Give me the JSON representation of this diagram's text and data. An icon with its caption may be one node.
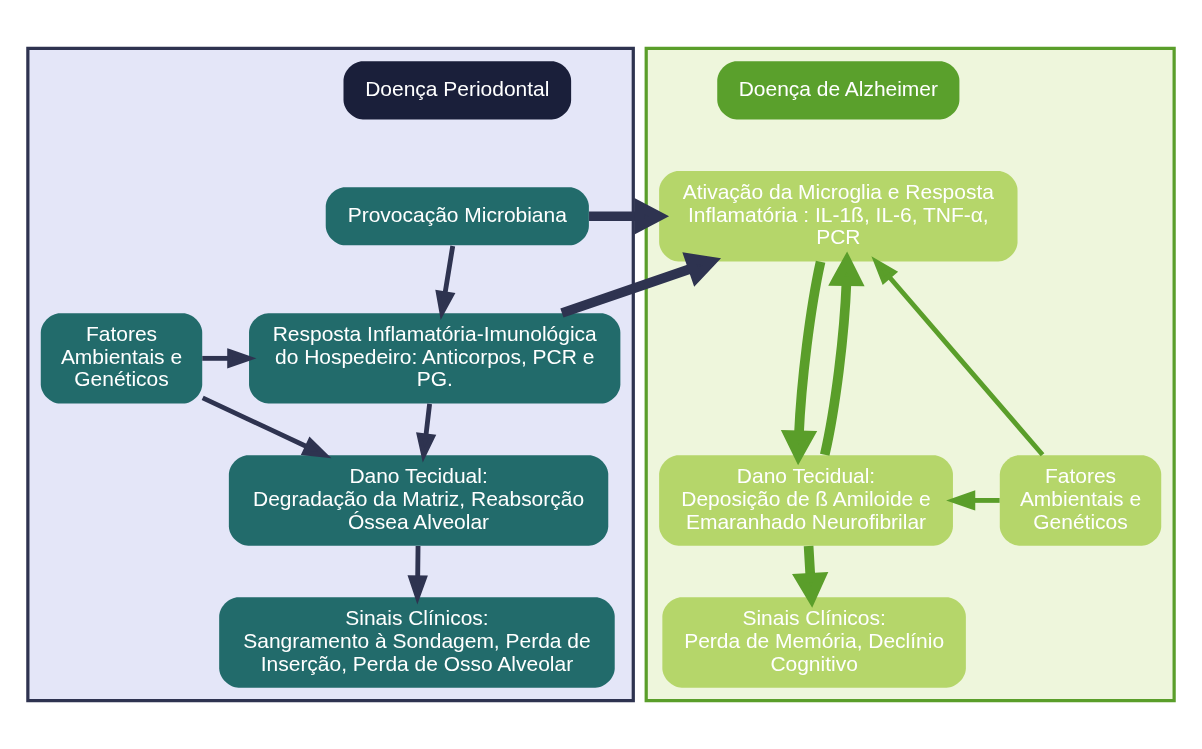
{
  "diagram": {
    "nodes": [
      {
        "text": [],
        "shape": "box"
      },
      {
        "text": [
          "Doença Periodontal"
        ],
        "in": 0
      },
      {
        "text": [
          "Fatores Ambientais e Genéticos"
        ],
        "in": 0
      },
      {
        "text": [
          "Provocação Microbiana"
        ],
        "in": 0
      },
      {
        "text": [
          "Resposta Inflamatória-Imunológica do Hospedeiro: Anticorpos, PCR e PG."
        ],
        "in": 0
      },
      {
        "text": [
          "Dano Tecidual:",
          "Degradação da Matriz, Reabsorção Óssea Alveolar"
        ],
        "in": 0
      },
      {
        "text": [
          "Sinais Clínicos:",
          "Sangramento à Sondagem, Perda de Inserção, Perda de Osso Alveolar"
        ],
        "in": 0
      },
      {
        "text": [],
        "shape": "box"
      },
      {
        "text": [
          "Doença de Alzheimer"
        ],
        "in": 7
      },
      {
        "text": [
          "Ativação da Microglia e Resposta Inflamatória : IL-1ß, IL-6, TNF-α, PCR"
        ],
        "in": 7
      },
      {
        "text": [
          "Dano Tecidual:",
          "Deposição de ß Amiloide e Emaranhado Neurofibrilar"
        ],
        "in": 7
      },
      {
        "text": [
          "Sinais Clínicos:",
          "Perda de Memória, Declínio Cognitivo"
        ],
        "in": 7
      },
      {
        "text": [
          "Fatores Ambientais e Genéticos"
        ],
        "in": 7
      }
    ],
    "edges": [
      {
        "from": 3,
        "to": 9,
        "arrow": "to",
        "style": "thick"
      },
      {
        "from": 3,
        "to": 4,
        "arrow": "to"
      },
      {
        "from": 2,
        "to": 4,
        "arrow": "to"
      },
      {
        "from": 4,
        "to": 9,
        "arrow": "to",
        "style": "thick"
      },
      {
        "from": 4,
        "to": 5,
        "arrow": "to"
      },
      {
        "from": 2,
        "to": 5,
        "arrow": "to"
      },
      {
        "from": 5,
        "to": 6,
        "arrow": "to"
      },
      {
        "from": 12,
        "to": 9,
        "arrow": "to",
        "color": "#5a9e2a"
      },
      {
        "from": 9,
        "to": 10,
        "arrow": "to",
        "style": "thick",
        "color": "#5a9e2a"
      },
      {
        "from": 10,
        "to": 9,
        "arrow": "to",
        "style": "thick",
        "color": "#5a9e2a"
      },
      {
        "from": 12,
        "to": 10,
        "arrow": "to",
        "color": "#5a9e2a"
      },
      {
        "from": 10,
        "to": 11,
        "arrow": "to",
        "style": "thick",
        "color": "#5a9e2a"
      }
    ]
  }
}
